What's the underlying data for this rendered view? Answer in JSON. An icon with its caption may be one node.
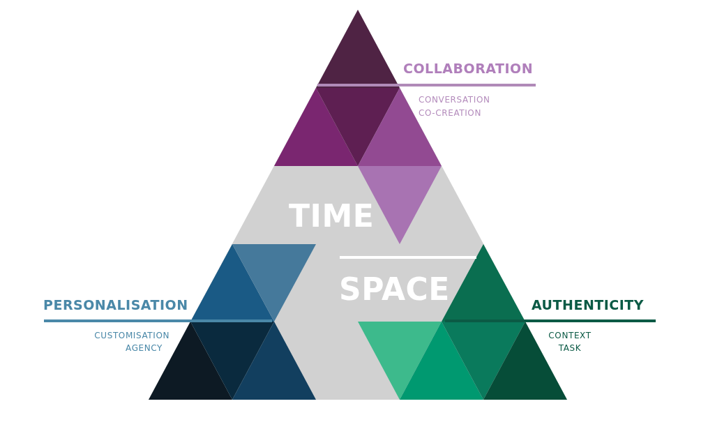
{
  "diagram": {
    "labels": [
      "COLLABORATION",
      "CONVERSATION",
      "CO-CREATION",
      "TIME",
      "SPACE",
      "PERSONALISATION",
      "CUSTOMISATION",
      "AGENCY",
      "AUTHENTICITY",
      "CONTEXT",
      "TASK"
    ]
  }
}
